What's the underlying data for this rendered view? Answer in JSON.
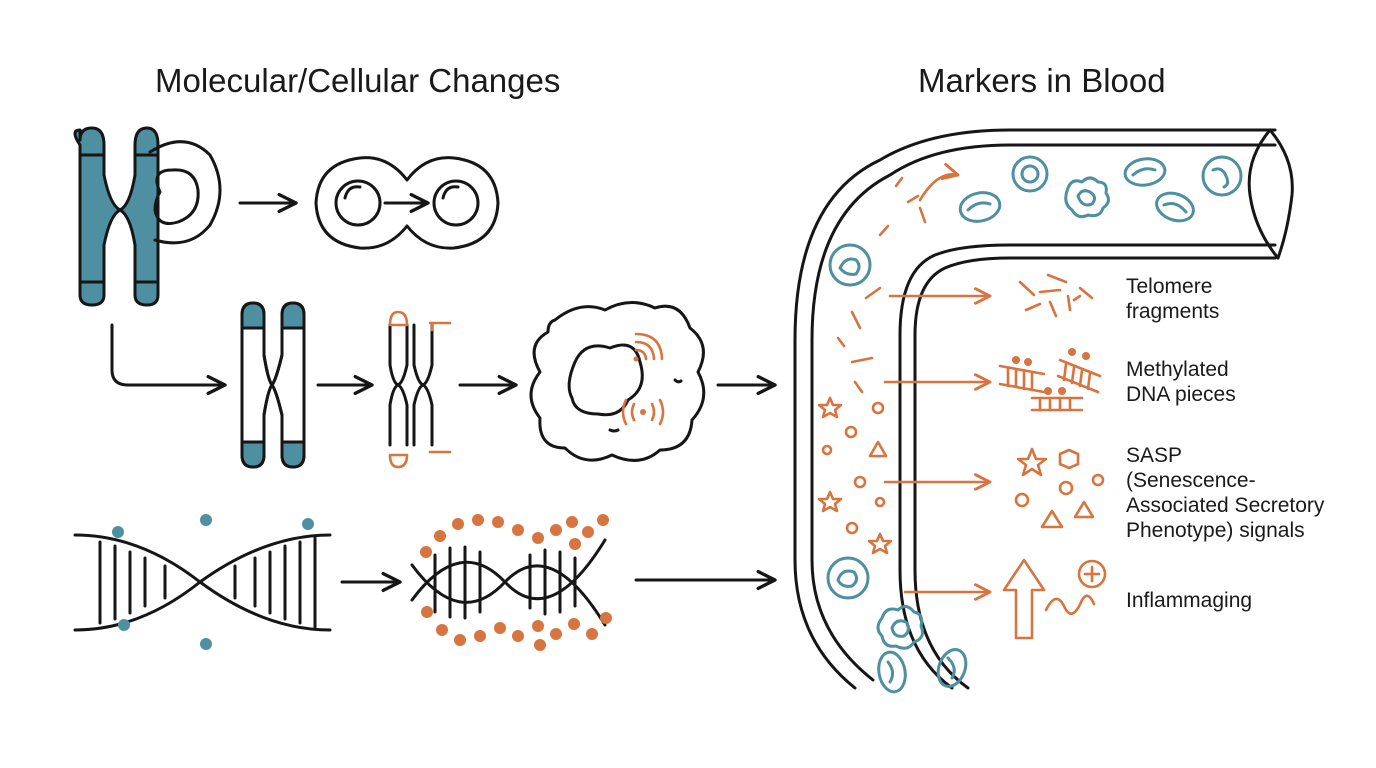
{
  "titles": {
    "left": "Molecular/Cellular Changes",
    "right": "Markers in Blood"
  },
  "markers": [
    {
      "id": "telomere",
      "lines": [
        "Telomere",
        "fragments"
      ]
    },
    {
      "id": "methylated",
      "lines": [
        "Methylated",
        "DNA pieces"
      ]
    },
    {
      "id": "sasp",
      "lines": [
        "SASP",
        "(Senescence-",
        "Associated Secretory",
        "Phenotype) signals"
      ]
    },
    {
      "id": "inflammaging",
      "lines": [
        "Inflammaging"
      ]
    }
  ],
  "colors": {
    "ink": "#161616",
    "accent_blue": "#4e8fa2",
    "accent_orange": "#d8743f",
    "background": "#ffffff"
  },
  "icons": {
    "chromosome": "chromosome-icon",
    "cell_division": "cell-division-icon",
    "senescent_cell": "senescent-cell-icon",
    "dna_helix": "dna-helix-icon",
    "blood_vessel": "blood-vessel-icon",
    "red_blood_cell": "red-blood-cell-icon",
    "white_blood_cell": "white-blood-cell-icon"
  }
}
